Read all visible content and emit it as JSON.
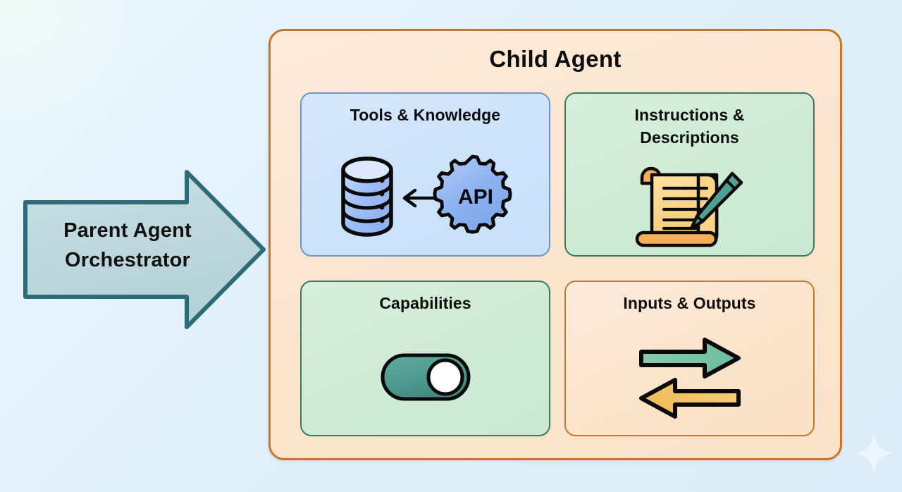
{
  "diagram": {
    "background_color": "#e4f2fb",
    "parent": {
      "name": "parent-agent-arrow",
      "label_line1": "Parent Agent",
      "label_line2": "Orchestrator",
      "fill_color": "#bcd8dd",
      "border_color": "#2e6b78"
    },
    "child_agent": {
      "title": "Child Agent",
      "fill_color": "#fde7cd",
      "border_color": "#c8752c",
      "cards": [
        {
          "id": "tools-knowledge",
          "title": "Tools & Knowledge",
          "fill_color": "#cfe4fa",
          "border_color": "#6d96c3",
          "icons": [
            "database-icon",
            "arrow-left-icon",
            "gear-api-icon"
          ],
          "gear_label": "API"
        },
        {
          "id": "instructions-descriptions",
          "title_line1": "Instructions &",
          "title_line2": "Descriptions",
          "fill_color": "#cfecd6",
          "border_color": "#3d7a5d",
          "icons": [
            "scroll-icon",
            "pencil-icon"
          ]
        },
        {
          "id": "capabilities",
          "title": "Capabilities",
          "fill_color": "#cfecd6",
          "border_color": "#3d7a5d",
          "icons": [
            "toggle-switch-icon"
          ],
          "toggle_state": "on",
          "toggle_color": "#4d9a8e"
        },
        {
          "id": "inputs-outputs",
          "title": "Inputs & Outputs",
          "fill_color": "#fbe3cb",
          "border_color": "#c4792c",
          "icons": [
            "arrow-right-green-icon",
            "arrow-left-amber-icon"
          ],
          "arrow_right_color": "#7cc6a8",
          "arrow_left_color": "#f2c766"
        }
      ]
    },
    "watermark": "sparkle-icon"
  }
}
